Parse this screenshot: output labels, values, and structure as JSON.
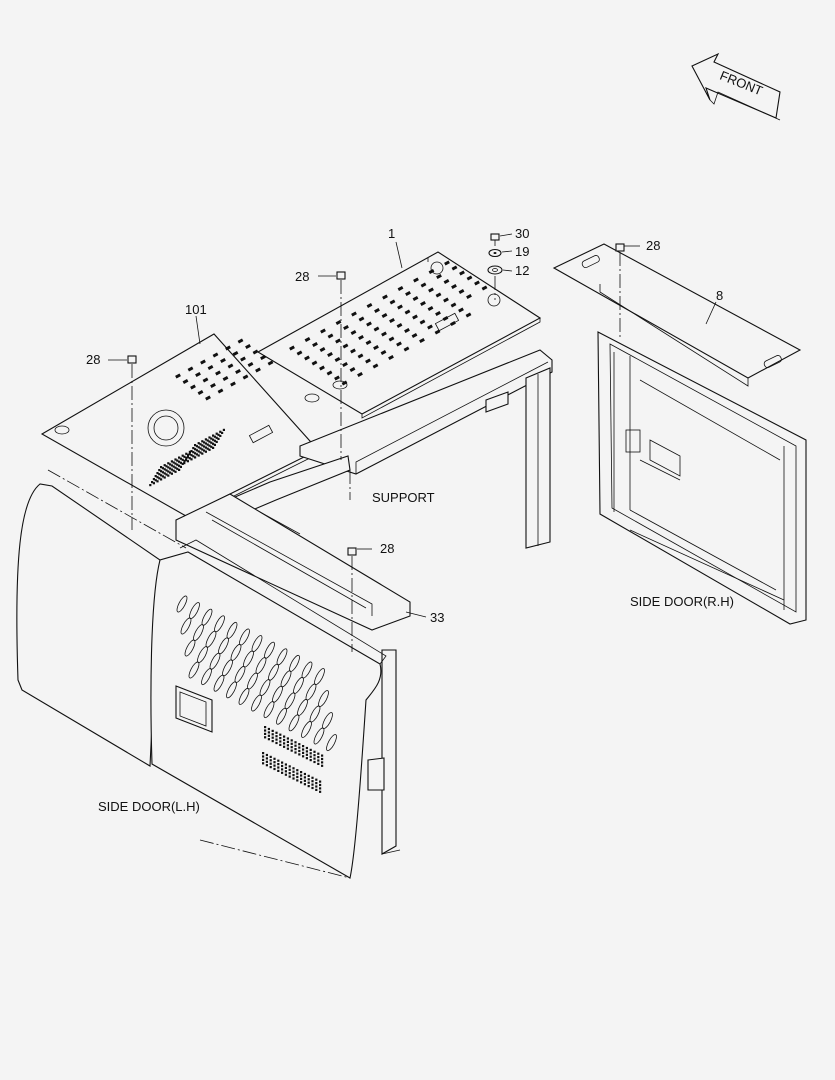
{
  "direction_arrow": {
    "label": "FRONT"
  },
  "callouts": {
    "c1": "1",
    "c30": "30",
    "c19": "19",
    "c12": "12",
    "c28_top": "28",
    "c28_right": "28",
    "c8": "8",
    "c101": "101",
    "c28_left": "28",
    "c28_mid": "28",
    "c33": "33"
  },
  "labels": {
    "support": "SUPPORT",
    "side_door_rh": "SIDE DOOR(R.H)",
    "side_door_lh": "SIDE DOOR(L.H)"
  }
}
